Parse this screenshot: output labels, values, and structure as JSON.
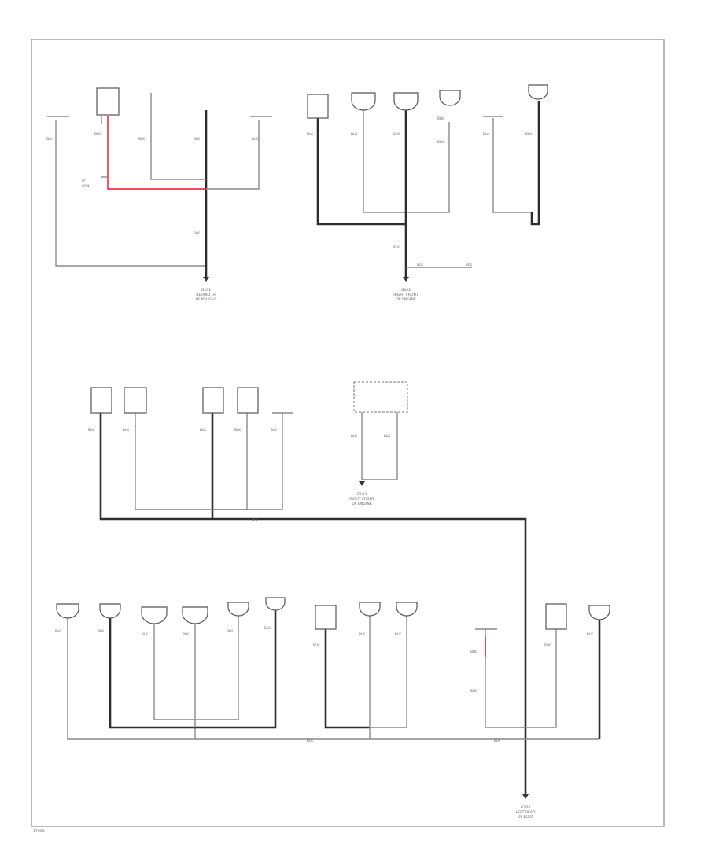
{
  "diagram": {
    "title": "",
    "wire_colors": {
      "normal": "#8a8a8a",
      "heavy": "#2e2e2e",
      "hot": "#e8102a"
    },
    "wire_label": "BLK",
    "ground_labels": [
      {
        "id": "g1",
        "lines": [
          "G101",
          "BEHIND LH",
          "HEADLIGHT"
        ]
      },
      {
        "id": "g2",
        "lines": [
          "G102",
          "RIGHT FRONT",
          "OF ENGINE"
        ]
      },
      {
        "id": "g3",
        "lines": [
          "G103",
          "RIGHT FRONT",
          "OF ENGINE"
        ]
      },
      {
        "id": "g4",
        "lines": [
          "G104",
          "LEFT REAR",
          "OF BODY"
        ]
      }
    ],
    "footer_code": "17093"
  }
}
